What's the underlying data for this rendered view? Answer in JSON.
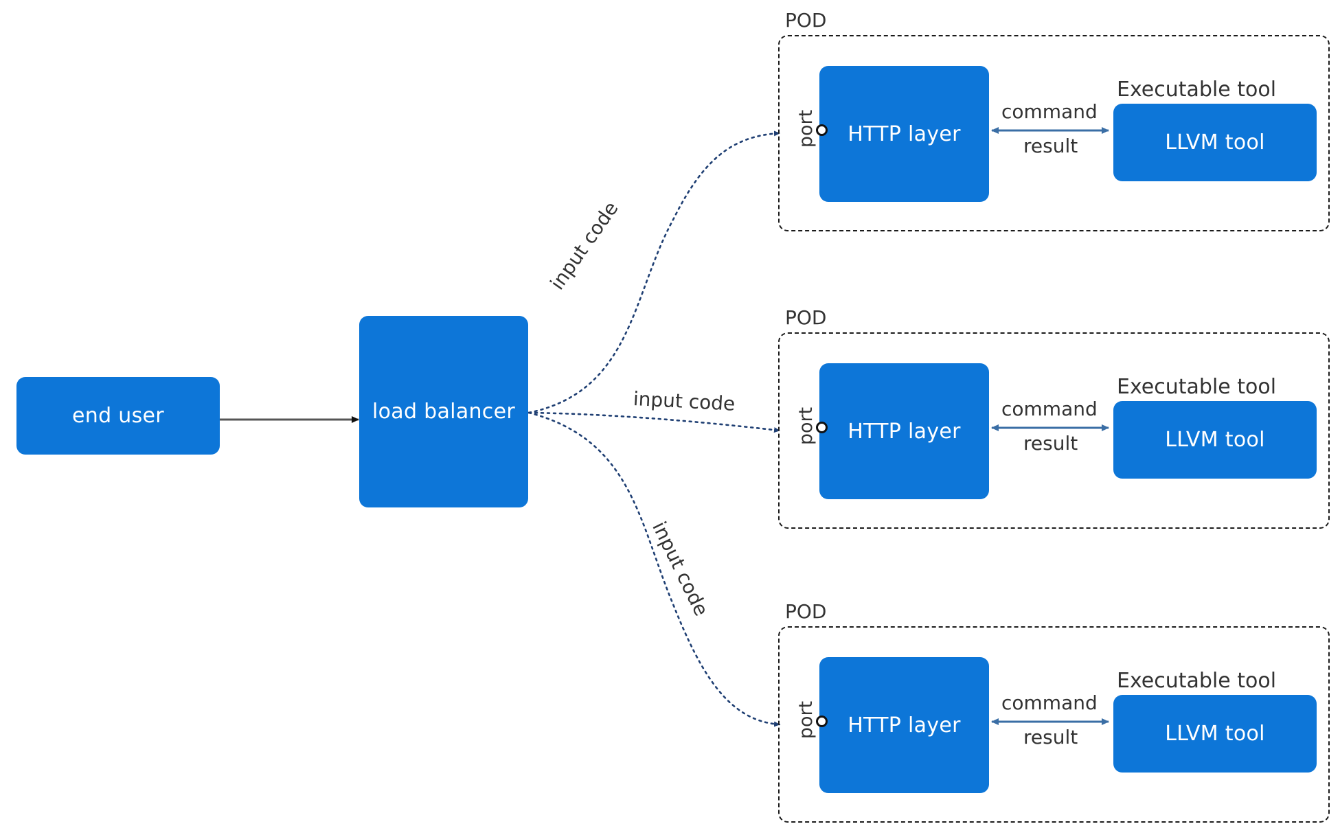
{
  "nodes": {
    "end_user": "end user",
    "load_balancer": "load balancer"
  },
  "pods": [
    {
      "title": "POD",
      "port_label": "port",
      "http_layer": "HTTP layer",
      "command_label": "command",
      "result_label": "result",
      "tool_title": "Executable tool",
      "tool": "LLVM tool"
    },
    {
      "title": "POD",
      "port_label": "port",
      "http_layer": "HTTP layer",
      "command_label": "command",
      "result_label": "result",
      "tool_title": "Executable tool",
      "tool": "LLVM tool"
    },
    {
      "title": "POD",
      "port_label": "port",
      "http_layer": "HTTP layer",
      "command_label": "command",
      "result_label": "result",
      "tool_title": "Executable tool",
      "tool": "LLVM tool"
    }
  ],
  "edges": {
    "to_pod_labels": [
      "input code",
      "input code",
      "input code"
    ]
  },
  "colors": {
    "box_fill": "#0d76d8",
    "dotted_connector": "#1f3f73",
    "solid_arrow": "#555555",
    "pod_border": "#1a1a1a"
  }
}
